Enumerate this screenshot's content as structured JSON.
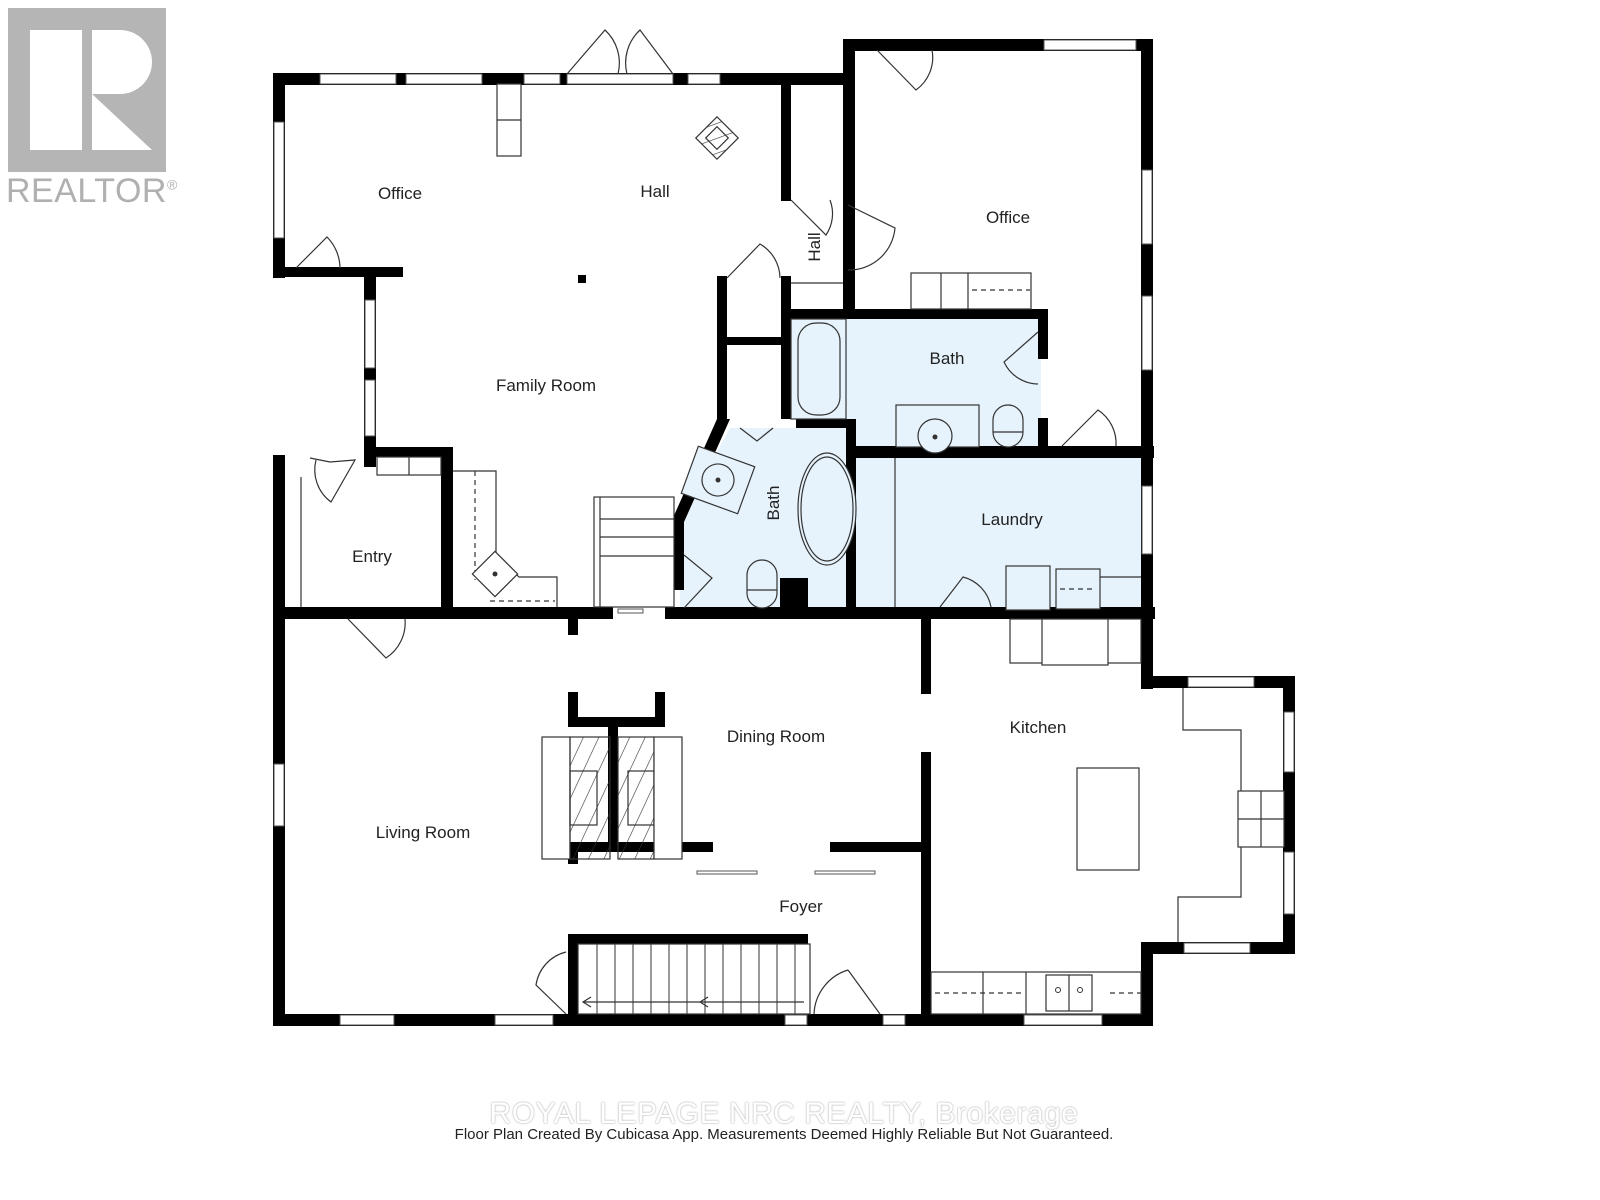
{
  "logo": {
    "brand_text": "REALTOR",
    "registered_mark": "®",
    "color": "#b5b5b5"
  },
  "colors": {
    "wall": "#000000",
    "wet_room_fill": "#e6f3fc",
    "background": "#ffffff",
    "label": "#222222"
  },
  "rooms": {
    "office_left": "Office",
    "hall_top": "Hall",
    "hall_small": "Hall",
    "office_right": "Office",
    "family_room": "Family Room",
    "bath_upper": "Bath",
    "bath_lower": "Bath",
    "laundry": "Laundry",
    "entry": "Entry",
    "dining_room": "Dining Room",
    "kitchen": "Kitchen",
    "living_room": "Living Room",
    "foyer": "Foyer"
  },
  "watermark": "ROYAL LEPAGE NRC REALTY, Brokerage",
  "footer": "Floor Plan Created By Cubicasa App. Measurements Deemed Highly Reliable But Not Guaranteed."
}
